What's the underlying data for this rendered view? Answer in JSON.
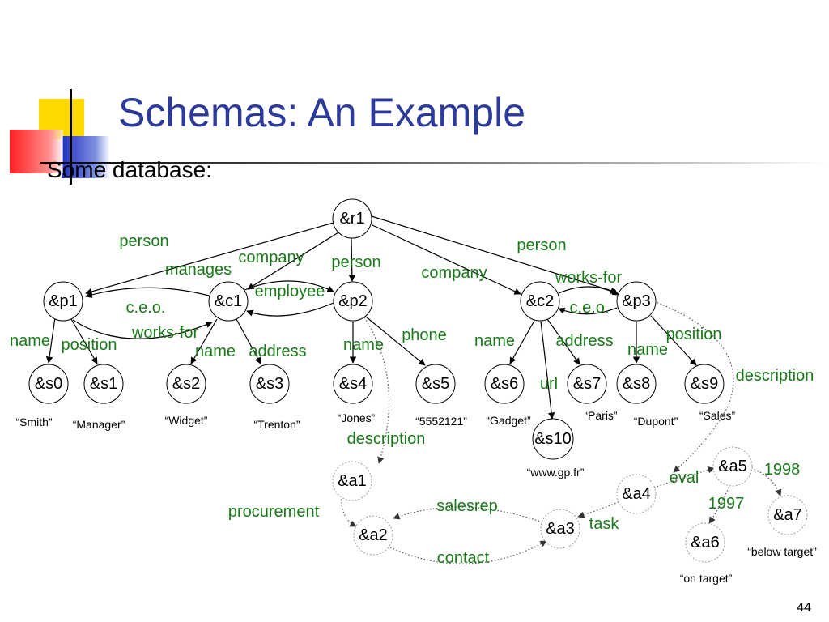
{
  "slide": {
    "title": "Schemas: An Example",
    "subtitle": "Some database:",
    "page_number": "44"
  },
  "colors": {
    "title": "#2b3a9b",
    "edge_label": "#1a7a1a",
    "deco_yellow": "#ffd800",
    "deco_red": "#ff2020",
    "deco_blue": "#2030c0"
  },
  "graph": {
    "nodes": [
      {
        "id": "r1",
        "label": "&r1"
      },
      {
        "id": "p1",
        "label": "&p1"
      },
      {
        "id": "c1",
        "label": "&c1"
      },
      {
        "id": "p2",
        "label": "&p2"
      },
      {
        "id": "c2",
        "label": "&c2"
      },
      {
        "id": "p3",
        "label": "&p3"
      },
      {
        "id": "s0",
        "label": "&s0"
      },
      {
        "id": "s1",
        "label": "&s1"
      },
      {
        "id": "s2",
        "label": "&s2"
      },
      {
        "id": "s3",
        "label": "&s3"
      },
      {
        "id": "s4",
        "label": "&s4"
      },
      {
        "id": "s5",
        "label": "&s5"
      },
      {
        "id": "s6",
        "label": "&s6"
      },
      {
        "id": "s7",
        "label": "&s7"
      },
      {
        "id": "s8",
        "label": "&s8"
      },
      {
        "id": "s9",
        "label": "&s9"
      },
      {
        "id": "s10",
        "label": "&s10"
      },
      {
        "id": "a1",
        "label": "&a1"
      },
      {
        "id": "a2",
        "label": "&a2"
      },
      {
        "id": "a3",
        "label": "&a3"
      },
      {
        "id": "a4",
        "label": "&a4"
      },
      {
        "id": "a5",
        "label": "&a5"
      },
      {
        "id": "a6",
        "label": "&a6"
      },
      {
        "id": "a7",
        "label": "&a7"
      }
    ],
    "edge_labels": [
      "person",
      "company",
      "person",
      "company",
      "person",
      "manages",
      "employee",
      "works-for",
      "c.e.o.",
      "works-for",
      "c.e.o.",
      "name",
      "position",
      "name",
      "address",
      "name",
      "phone",
      "name",
      "address",
      "url",
      "name",
      "position",
      "description",
      "description",
      "procurement",
      "salesrep",
      "contact",
      "task",
      "eval",
      "1997",
      "1998"
    ],
    "values": [
      "“Smith”",
      "“Manager”",
      "“Widget”",
      "“Trenton”",
      "“Jones”",
      "“5552121”",
      "“Gadget”",
      "“Paris”",
      "“Dupont”",
      "“Sales”",
      "“www.gp.fr”",
      "“below target”",
      "“on target”"
    ]
  }
}
